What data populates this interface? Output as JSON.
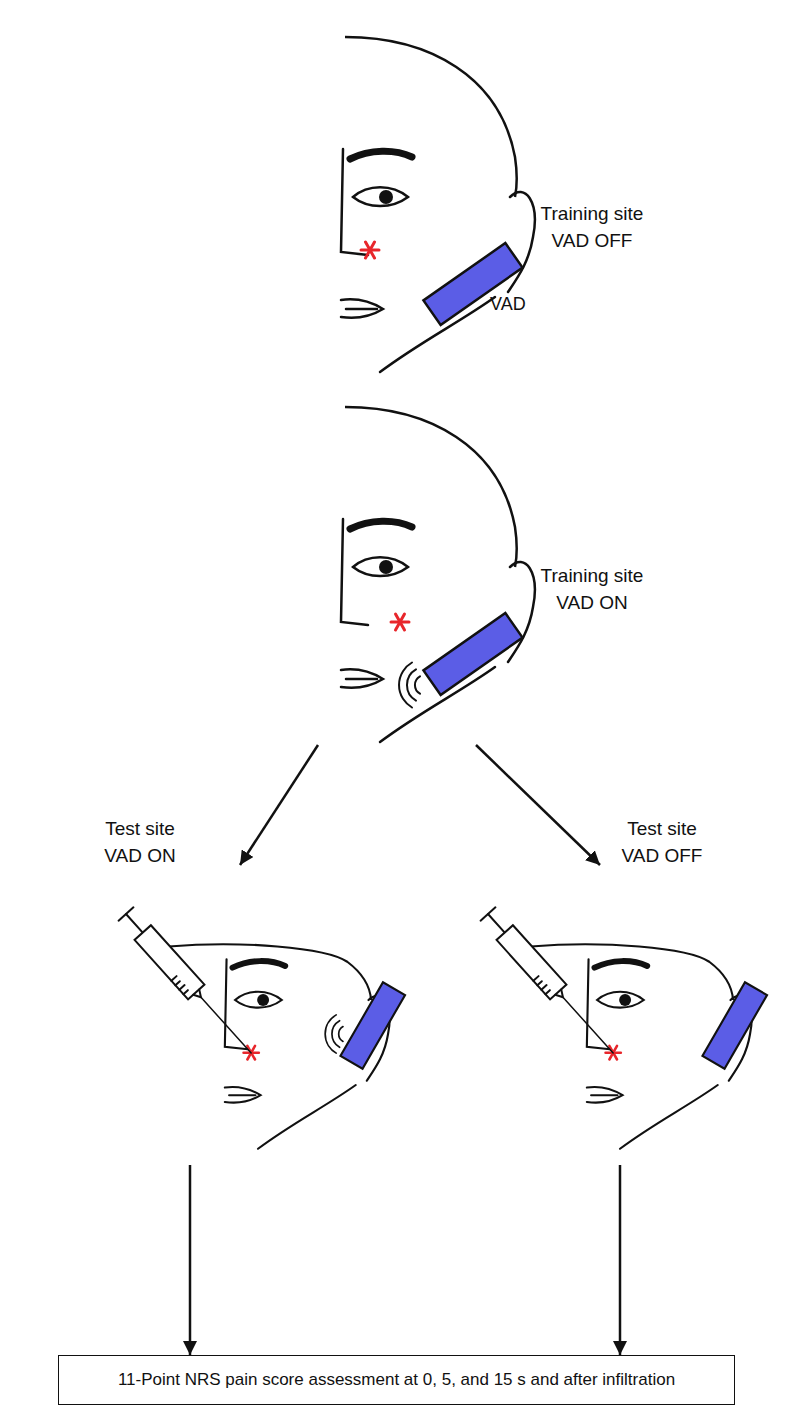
{
  "diagram": {
    "nodes": [
      {
        "text": [
          "Training site VAD OFF"
        ]
      },
      {
        "text": [
          "Training site VAD ON"
        ]
      },
      {
        "text": [
          "Test site VAD ON"
        ]
      },
      {
        "text": [
          "Test site VAD OFF"
        ]
      },
      {
        "text": [
          "11-Point NRS pain score assessment at 0, 5, and 15 s and after infiltration"
        ]
      }
    ],
    "edges": [
      {
        "from": 1,
        "to": 2,
        "arrow": "to"
      },
      {
        "from": 1,
        "to": 3,
        "arrow": "to"
      },
      {
        "from": 2,
        "to": 4,
        "arrow": "to"
      },
      {
        "from": 3,
        "to": 4,
        "arrow": "to"
      }
    ],
    "labels": [
      "VAD"
    ]
  }
}
